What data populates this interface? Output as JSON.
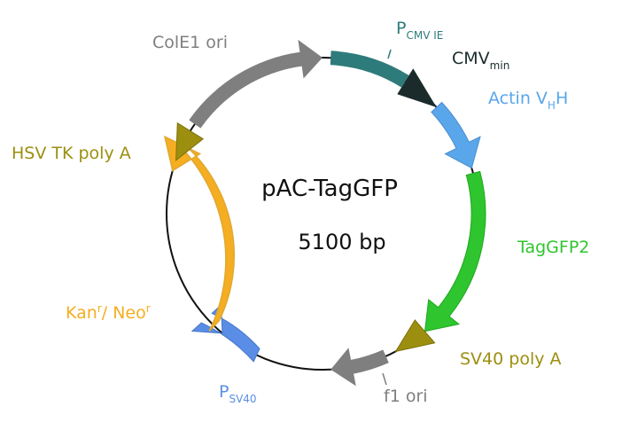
{
  "plasmid": {
    "name": "pAC-TagGFP",
    "size": "5100 bp"
  },
  "features": {
    "cmv_ie": {
      "prefix": "P",
      "sub": "CMV IE",
      "color": "#2e7b7b"
    },
    "cmv_min": {
      "prefix": "CMV",
      "sub": "min",
      "color": "#1b2b2b"
    },
    "actin": {
      "prefix": "Actin V",
      "sub": "H",
      "suffix": "H",
      "color": "#5aa6ea"
    },
    "taggfp2": {
      "label": "TagGFP2",
      "color": "#2ec52e"
    },
    "sv40_polya": {
      "label": "SV40 poly A",
      "color": "#9c8f10"
    },
    "f1_ori": {
      "label": "f1 ori",
      "color": "#7f7f7f"
    },
    "p_sv40": {
      "prefix": "P",
      "sub": "SV40",
      "color": "#5a8ee6"
    },
    "kan_neo": {
      "p1": "Kan",
      "s1": "r",
      "p2": "/ Neo",
      "s2": "r",
      "color": "#f5ae21"
    },
    "hsv_tk": {
      "label": "HSV TK poly A",
      "color": "#9c8f10"
    },
    "cole1": {
      "label": "ColE1 ori",
      "color": "#7f7f7f"
    }
  }
}
